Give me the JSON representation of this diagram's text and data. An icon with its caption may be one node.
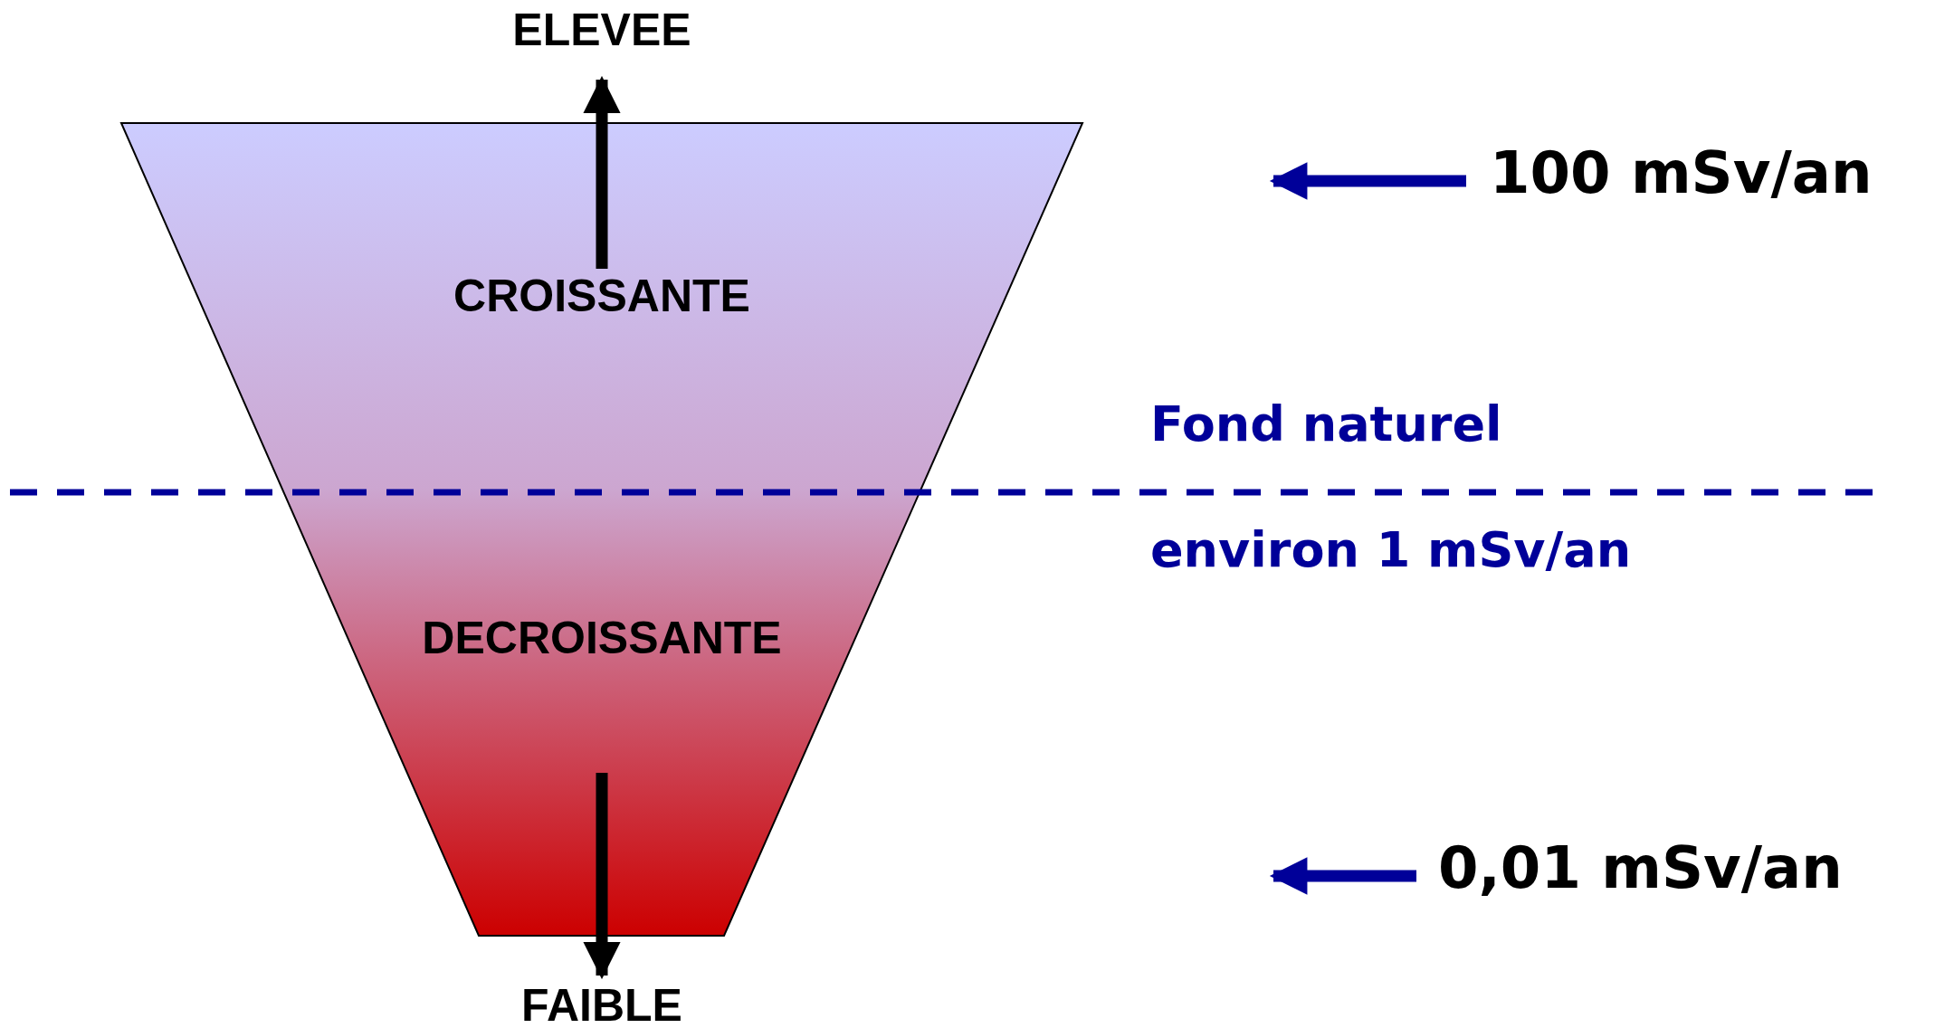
{
  "diagram": {
    "nodes": [
      {
        "text": [],
        "shape": "trapezoid"
      },
      {
        "text": [
          "CROISSANTE"
        ],
        "in": 0
      },
      {
        "text": [
          "DECROISSANTE"
        ],
        "in": 0
      },
      {
        "text": [
          "ELEVEE"
        ]
      },
      {
        "text": [
          "FAIBLE"
        ]
      },
      {
        "text": [
          "100 mSv/an"
        ]
      },
      {
        "text": [
          "0,01 mSv/an"
        ]
      }
    ],
    "edges": [
      {
        "from": 1,
        "to": 3,
        "arrow": "to",
        "color": "#000000"
      },
      {
        "from": 2,
        "to": 4,
        "arrow": "to",
        "color": "#000000"
      },
      {
        "from": 5,
        "to": null,
        "arrow": "to",
        "color": "#000099"
      },
      {
        "from": 6,
        "to": null,
        "arrow": "to",
        "color": "#000099"
      }
    ],
    "labels": [
      "Fond naturel",
      "environ 1 mSv/an"
    ]
  }
}
